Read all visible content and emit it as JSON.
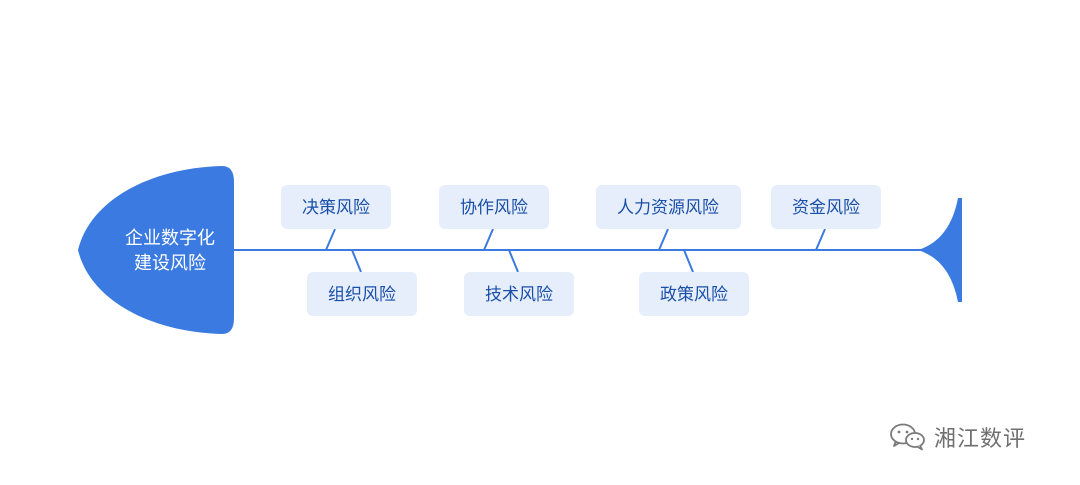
{
  "head": {
    "line1": "企业数字化",
    "line2": "建设风险"
  },
  "top_risks": [
    {
      "label": "决策风险"
    },
    {
      "label": "协作风险"
    },
    {
      "label": "人力资源风险"
    },
    {
      "label": "资金风险"
    }
  ],
  "bottom_risks": [
    {
      "label": "组织风险"
    },
    {
      "label": "技术风险"
    },
    {
      "label": "政策风险"
    }
  ],
  "watermark": {
    "text": "湘江数评",
    "icon": "wechat-icon"
  },
  "colors": {
    "fish": "#3b7ae0",
    "box_fill": "#e6eefb",
    "box_text": "#1a4fa8"
  }
}
